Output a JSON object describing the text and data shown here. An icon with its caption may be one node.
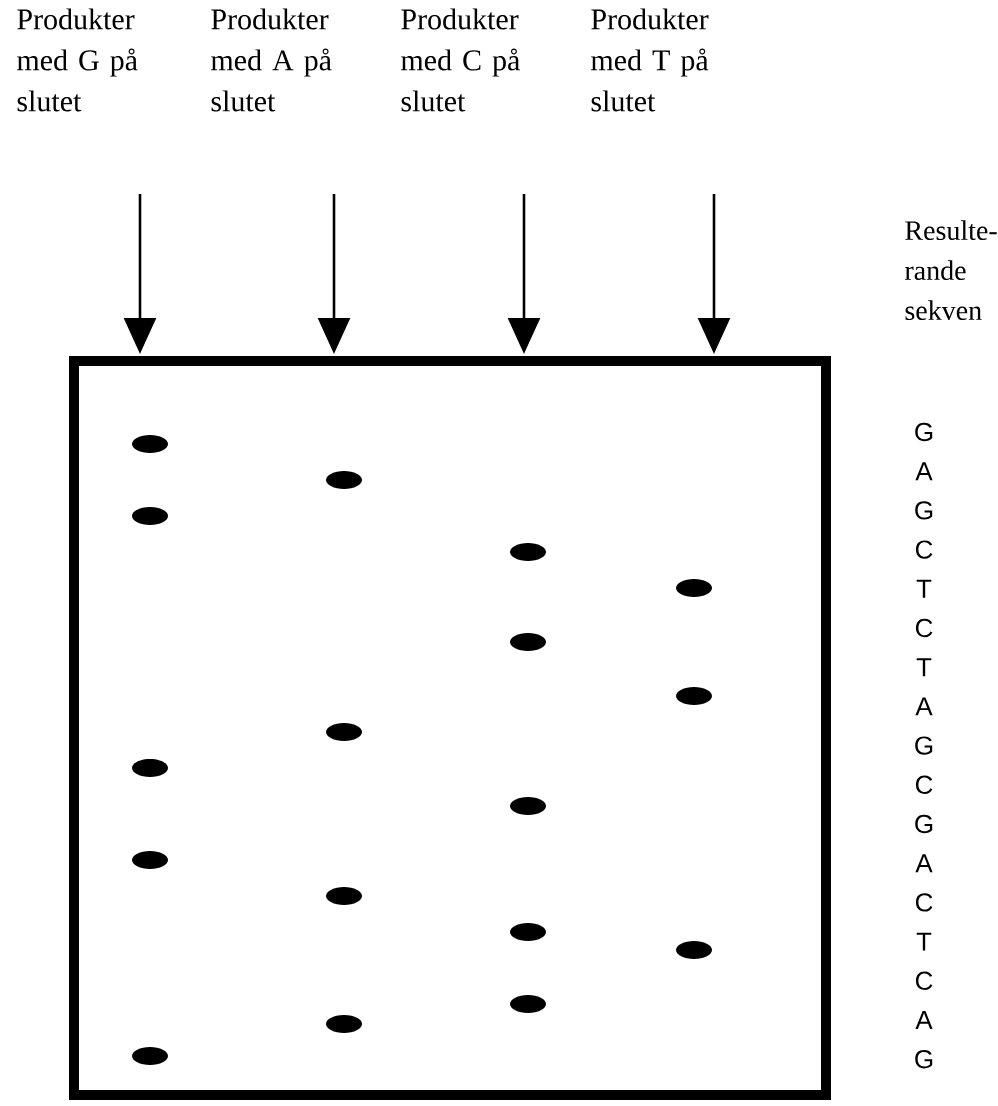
{
  "diagram": {
    "nodes": [
      {
        "text": [
          "Produkter med G på slutet"
        ]
      },
      {
        "text": [
          "Produkter med A på slutet"
        ]
      },
      {
        "text": [
          "Produkter med C på slutet"
        ]
      },
      {
        "text": [
          "Produkter med T på slutet"
        ]
      },
      {
        "text": [],
        "shape": "box"
      }
    ],
    "edges": [
      {
        "from": 0,
        "to": 4,
        "arrow": "to"
      },
      {
        "from": 1,
        "to": 4,
        "arrow": "to"
      },
      {
        "from": 2,
        "to": 4,
        "arrow": "to"
      },
      {
        "from": 3,
        "to": 4,
        "arrow": "to"
      }
    ],
    "labels": [
      "Resulte- rande sekven",
      "G",
      "A",
      "G",
      "C",
      "T",
      "C",
      "T",
      "A",
      "G",
      "C",
      "G",
      "A",
      "C",
      "T",
      "C",
      "A",
      "G"
    ]
  }
}
